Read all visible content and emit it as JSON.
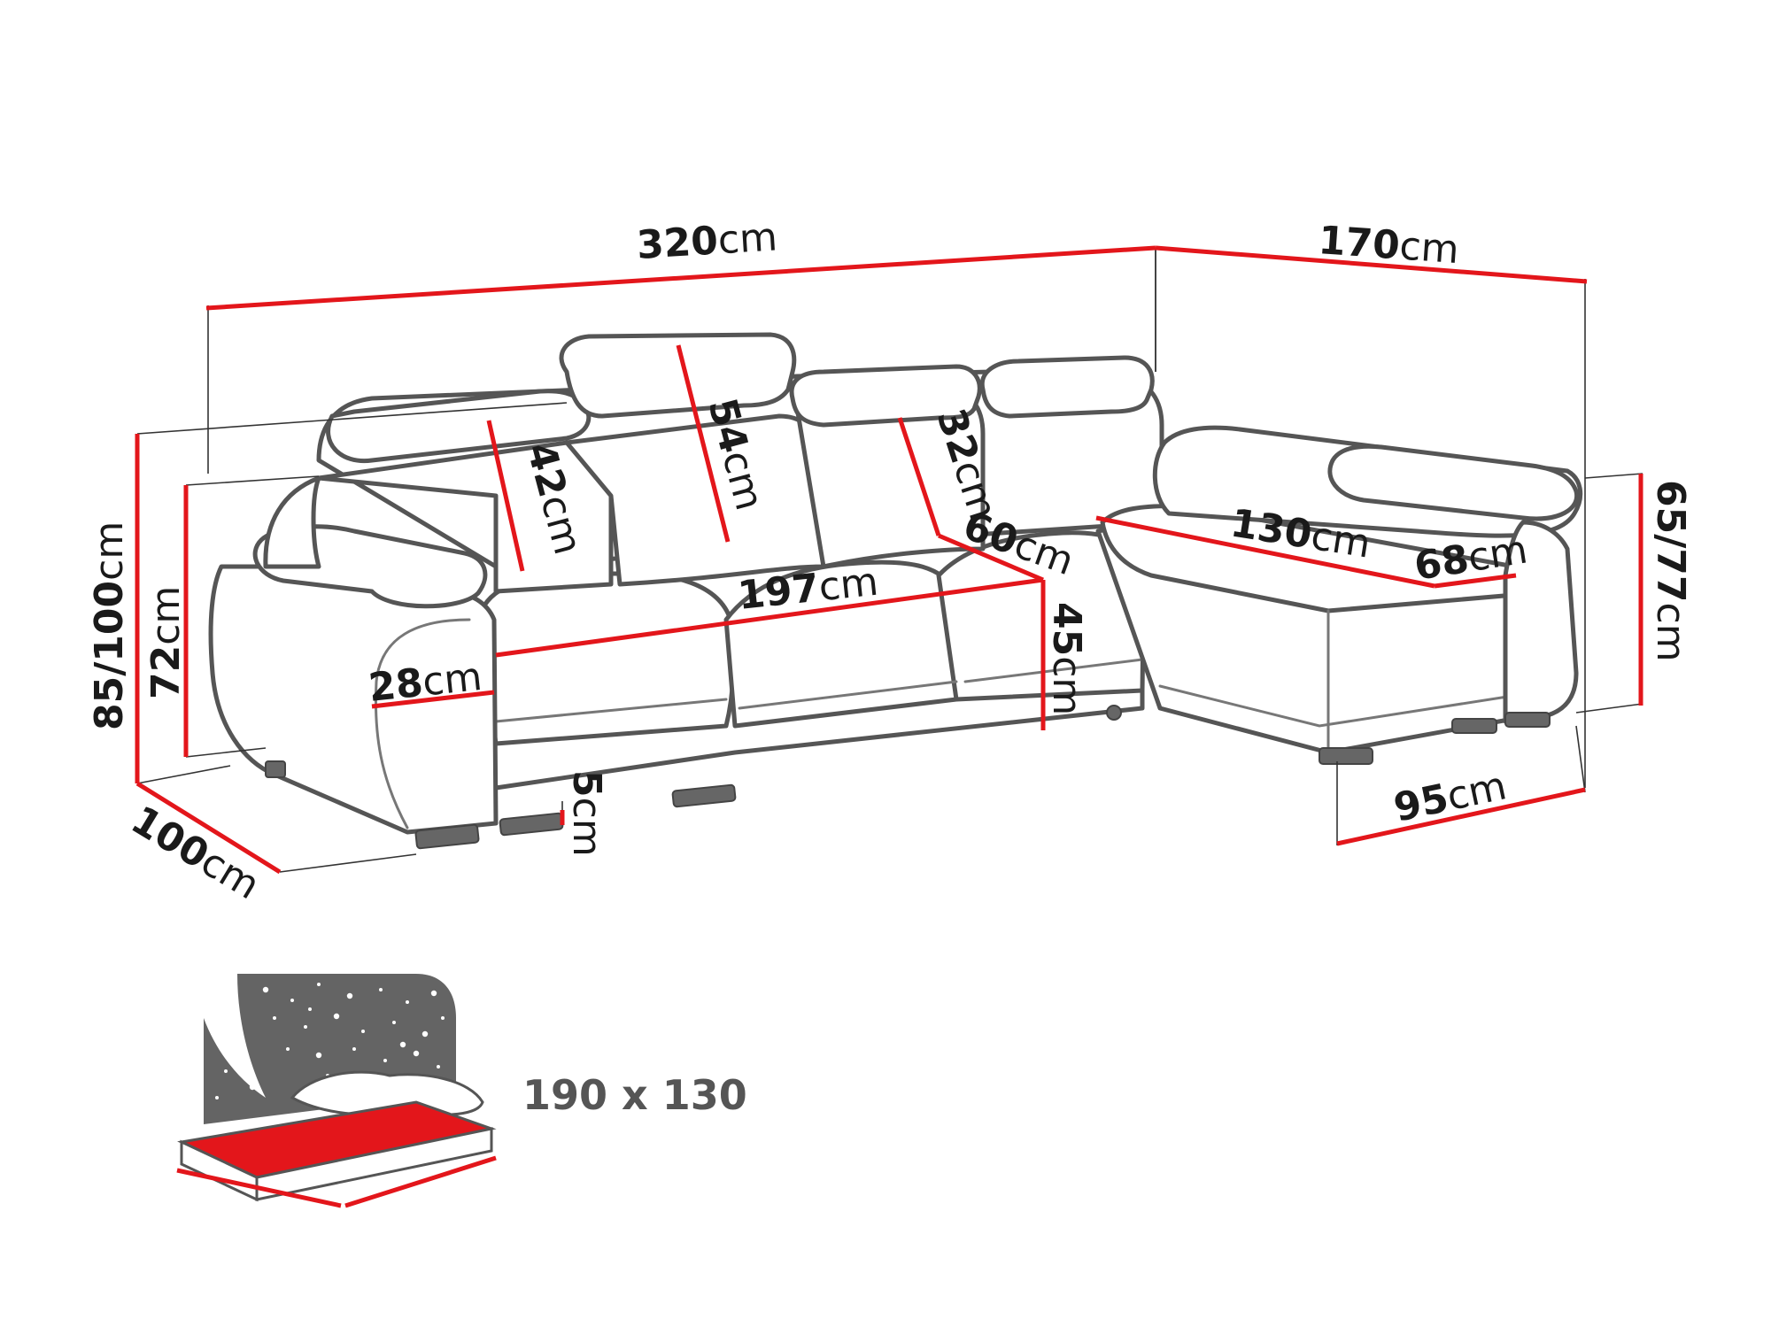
{
  "colors": {
    "dimension_line": "#e3161b",
    "outline": "#555555",
    "bed_panel": "#646464",
    "mattress": "#e3161b"
  },
  "dimensions": {
    "overall_width": {
      "value": "320",
      "unit": "cm"
    },
    "chaise_length": {
      "value": "170",
      "unit": "cm"
    },
    "headrest_height": {
      "value": "54",
      "unit": "cm"
    },
    "armrest_to_seat": {
      "value": "42",
      "unit": "cm"
    },
    "back_cushion": {
      "value": "32",
      "unit": "cm"
    },
    "seat_depth": {
      "value": "60",
      "unit": "cm"
    },
    "seat_width": {
      "value": "197",
      "unit": "cm"
    },
    "chaise_seat_length": {
      "value": "130",
      "unit": "cm"
    },
    "chaise_seat_width": {
      "value": "68",
      "unit": "cm"
    },
    "chaise_height": {
      "value": "65/77",
      "unit": "cm"
    },
    "total_height": {
      "value": "85/100",
      "unit": "cm"
    },
    "back_height": {
      "value": "72",
      "unit": "cm"
    },
    "arm_width": {
      "value": "28",
      "unit": "cm"
    },
    "seat_height": {
      "value": "45",
      "unit": "cm"
    },
    "leg_height": {
      "value": "5",
      "unit": "cm"
    },
    "depth": {
      "value": "100",
      "unit": "cm"
    },
    "chaise_width": {
      "value": "95",
      "unit": "cm"
    }
  },
  "bed": {
    "icon": "sleeping-area-icon",
    "size_label": "190 x 130"
  }
}
